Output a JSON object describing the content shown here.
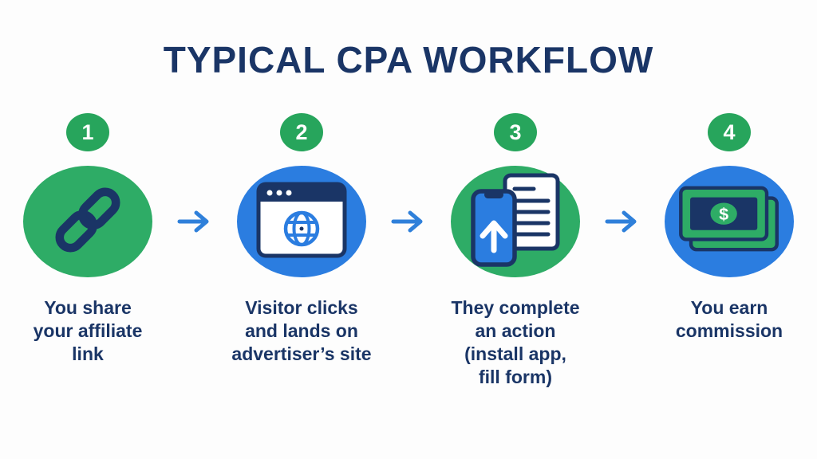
{
  "title": "TYPICAL CPA WORKFLOW",
  "colors": {
    "background": "#fdfdfd",
    "navy": "#1a3566",
    "green": "#2eac66",
    "badge_green": "#27a55c",
    "blue": "#2b7de0",
    "arrow_blue": "#2f80da"
  },
  "steps": [
    {
      "number": "1",
      "icon": "chain-link-icon",
      "circle_color": "green",
      "caption": "You share\nyour affiliate\nlink"
    },
    {
      "number": "2",
      "icon": "browser-globe-icon",
      "circle_color": "blue",
      "caption": "Visitor clicks\nand lands on\nadvertiser’s site"
    },
    {
      "number": "3",
      "icon": "phone-form-icon",
      "circle_color": "green",
      "caption": "They complete\nan action\n(install app,\nfill form)"
    },
    {
      "number": "4",
      "icon": "money-bills-icon",
      "circle_color": "blue",
      "caption": "You earn\ncommission"
    }
  ]
}
